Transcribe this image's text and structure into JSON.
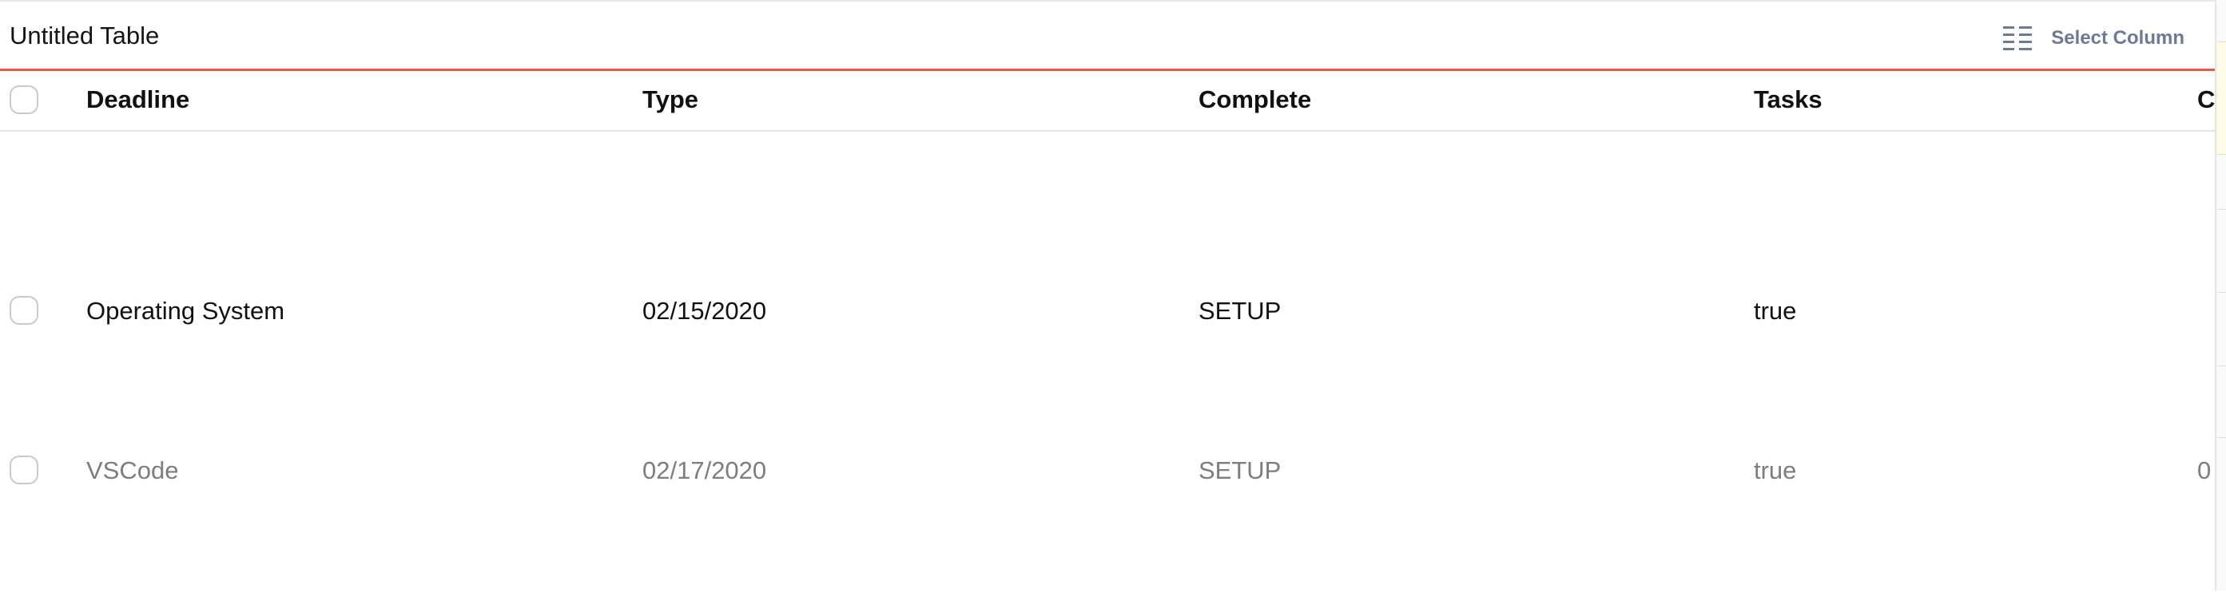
{
  "table": {
    "title": "Untitled Table",
    "select_column_label": "Select Column",
    "columns": [
      "Deadline",
      "Type",
      "Complete",
      "Tasks",
      "C"
    ],
    "rows": [
      {
        "cells": [
          "Operating System",
          "02/15/2020",
          "SETUP",
          "true",
          ""
        ]
      },
      {
        "cells": [
          "VSCode",
          "02/17/2020",
          "SETUP",
          "true",
          "0"
        ]
      }
    ]
  },
  "icons": {
    "select_columns": "columns-list-icon"
  },
  "colors": {
    "accent_red": "#e8584f",
    "icon_blue_gray": "#6a7b96",
    "muted_text": "#7d7d7d"
  }
}
